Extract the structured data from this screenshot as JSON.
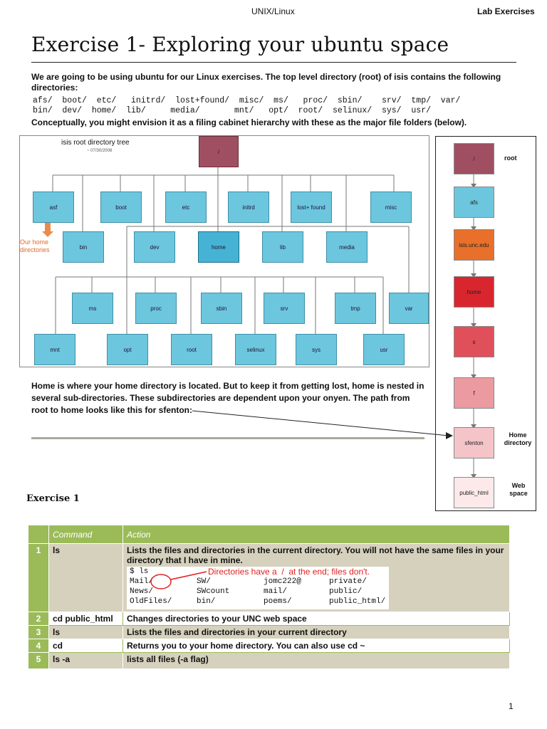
{
  "header": {
    "center": "UNIX/Linux",
    "right": "Lab Exercises"
  },
  "title": "Exercise 1- Exploring your ubuntu space",
  "intro": {
    "p1": "We are going to be using ubuntu for our Linux exercises.  The top level directory (root) of isis contains the following directories:",
    "dirs_row1": "afs/  boot/  etc/   initrd/  lost+found/  misc/  ms/   proc/  sbin/    srv/  tmp/  var/",
    "dirs_row2": "bin/  dev/  home/  lib/     media/       mnt/   opt/  root/  selinux/  sys/  usr/",
    "p2": "Conceptually, you might envision it as a filing cabinet hierarchy with these as the major file folders (below)."
  },
  "tree": {
    "caption": "isis root directory tree",
    "date": "~ 07/30/2008",
    "root": "/",
    "row1": [
      "asf",
      "boot",
      "etc",
      "initrd",
      "lost+ found",
      "misc"
    ],
    "row2": [
      "bin",
      "dev",
      "home",
      "lib",
      "media"
    ],
    "row3": [
      "ms",
      "proc",
      "sbin",
      "srv",
      "tmp",
      "var"
    ],
    "row4": [
      "mnt",
      "opt",
      "root",
      "selinux",
      "sys",
      "usr"
    ],
    "home_note": "Our home directories"
  },
  "chain": {
    "nodes": [
      "/",
      "afs",
      "isis.unc.edu",
      "home",
      "s",
      "f",
      "sfenton",
      "public_html"
    ],
    "colors": [
      "#a04f62",
      "#6cc6de",
      "#e8702a",
      "#d9262e",
      "#e0505a",
      "#eb9aa0",
      "#f5c4c8",
      "#fde9ea"
    ],
    "labels": {
      "root": "root",
      "home_dir": "Home directory",
      "web": "Web space"
    }
  },
  "home_text": {
    "line1": "Home is where your home directory is located.  But to keep it from getting lost, home is nested in",
    "line2": "several sub-directories.  These subdirectories are dependent upon your onyen.  The path from",
    "line3": "root to home looks like this for sfenton:"
  },
  "exercise_heading": "Exercise 1",
  "table": {
    "headers": [
      "Command",
      "Action"
    ],
    "rows": [
      {
        "num": "1",
        "cmd": "ls",
        "action": "Lists the files and directories in the current directory. You will not have the same files in your directory that I have in mine."
      },
      {
        "num": "2",
        "cmd": "cd public_html",
        "action": "Changes directories to your UNC web space"
      },
      {
        "num": "3",
        "cmd": "ls",
        "action": "Lists the files and directories in your current directory"
      },
      {
        "num": "4",
        "cmd": "cd",
        "action": "Returns you to your home directory.  You can also use cd ~"
      },
      {
        "num": "5",
        "cmd": "ls -a",
        "action": "lists all files  (-a flag)"
      }
    ]
  },
  "ls_output": {
    "prompt": "$ ls",
    "annotation": "Directories have a  /  at the end; files don't.",
    "col1": [
      "Mail/",
      "News/",
      "OldFiles/"
    ],
    "col2": [
      "SW/",
      "SWcount",
      "bin/"
    ],
    "col3": [
      "jomc222@",
      "mail/",
      "poems/"
    ],
    "col4": [
      "private/",
      "public/",
      "public_html/"
    ]
  },
  "page_number": "1"
}
